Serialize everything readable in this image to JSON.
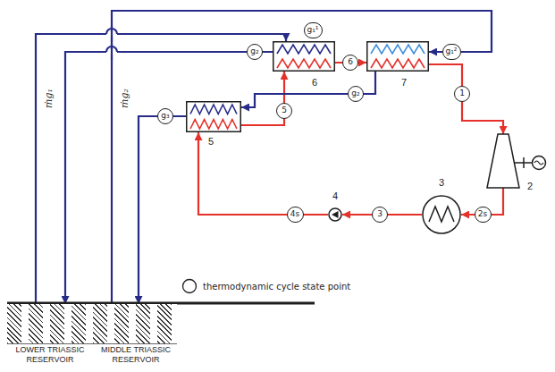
{
  "diagram": {
    "nodes": [
      {
        "text": [
          "6"
        ]
      },
      {
        "text": [
          "7"
        ]
      },
      {
        "text": [
          "5"
        ]
      },
      {
        "text": [
          "2"
        ]
      },
      {
        "text": [
          "3"
        ]
      },
      {
        "text": [
          "4"
        ]
      },
      {
        "text": [
          "LOWER TRIASSIC RESERVOIR",
          "MIDDLE TRIASSIC RESERVOIR"
        ]
      }
    ],
    "edges": [
      {
        "from": 2,
        "to": 0,
        "arrow": "to"
      },
      {
        "from": 0,
        "to": 1,
        "arrow": "to"
      },
      {
        "from": 1,
        "to": 3,
        "arrow": "to"
      },
      {
        "from": 3,
        "to": 4,
        "arrow": "to"
      },
      {
        "from": 4,
        "to": 5,
        "arrow": "to"
      },
      {
        "from": 5,
        "to": 2,
        "arrow": "to"
      },
      {
        "from": 6,
        "to": 0,
        "label": "ṁg₁",
        "arrow": "to"
      },
      {
        "from": 6,
        "to": 1,
        "label": "ṁg₂",
        "arrow": "to"
      },
      {
        "from": 0,
        "to": 6,
        "arrow": "to"
      },
      {
        "from": 1,
        "to": 2,
        "arrow": "to"
      },
      {
        "from": 2,
        "to": 6,
        "arrow": "to"
      }
    ],
    "labels": [
      "g₁¹",
      "g₁²",
      "g₂",
      "6",
      "g₂",
      "5",
      "1",
      "g₃",
      "4s",
      "3",
      "2s"
    ],
    "legend": [
      {
        "text": "thermodynamic cycle state point"
      }
    ]
  }
}
